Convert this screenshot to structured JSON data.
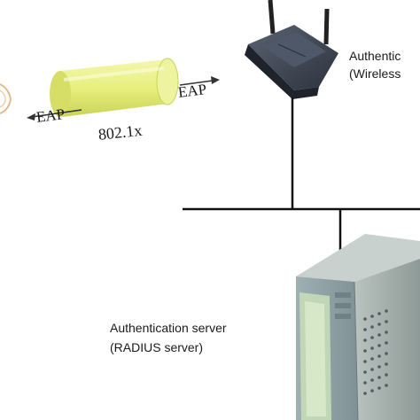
{
  "labels": {
    "eap_left": "EAP",
    "eap_right": "EAP",
    "protocol": "802.1x",
    "authenticator_line1": "Authentic",
    "authenticator_line2": "(Wireless",
    "server_line1": "Authentication server",
    "server_line2": "(RADIUS server)"
  },
  "icons": {
    "tunnel": "tunnel-cylinder",
    "access_point": "wireless-access-point",
    "server": "server-tower",
    "client": "client-device-fragment"
  },
  "colors": {
    "tunnel_fill": "#e8ef7c",
    "tunnel_shade": "#c9d35a",
    "access_point_body": "#3e4654",
    "server_body": "#a9b3ae",
    "server_front": "#8fa2a6",
    "server_light_panel": "#c6dcb8",
    "line": "#111111"
  }
}
